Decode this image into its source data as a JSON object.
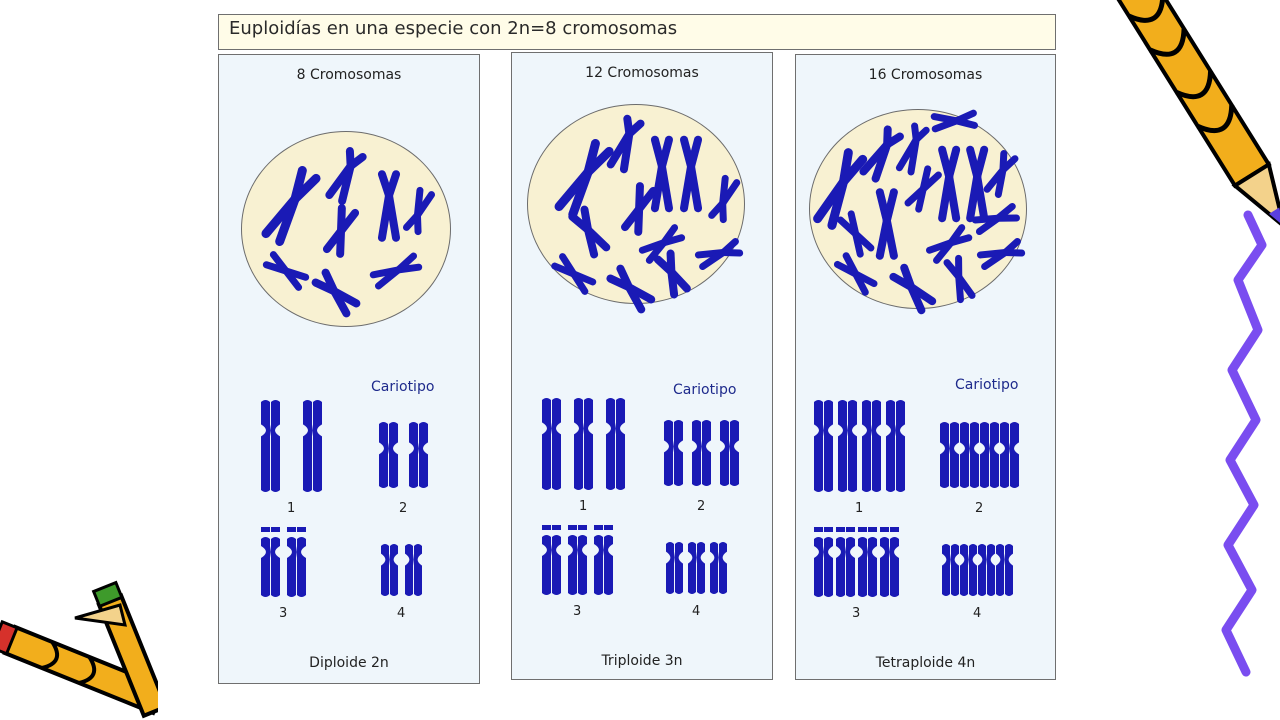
{
  "title": "Euploidías en una especie con 2n=8 cromosomas",
  "karyotype_label": "Cariotipo",
  "colors": {
    "chromosome": "#1a1ab5",
    "cell": "#f8f1d2",
    "panel": "#eff6fb",
    "title_bg": "#fffce8"
  },
  "panels": [
    {
      "title": "8 Cromosomas",
      "caption": "Diploide 2n",
      "copies": 2,
      "group_labels": [
        "1",
        "2",
        "3",
        "4"
      ]
    },
    {
      "title": "12 Cromosomas",
      "caption": "Triploide 3n",
      "copies": 3,
      "group_labels": [
        "1",
        "2",
        "3",
        "4"
      ]
    },
    {
      "title": "16 Cromosomas",
      "caption": "Tetraploide 4n",
      "copies": 4,
      "group_labels": [
        "1",
        "2",
        "3",
        "4"
      ]
    }
  ]
}
